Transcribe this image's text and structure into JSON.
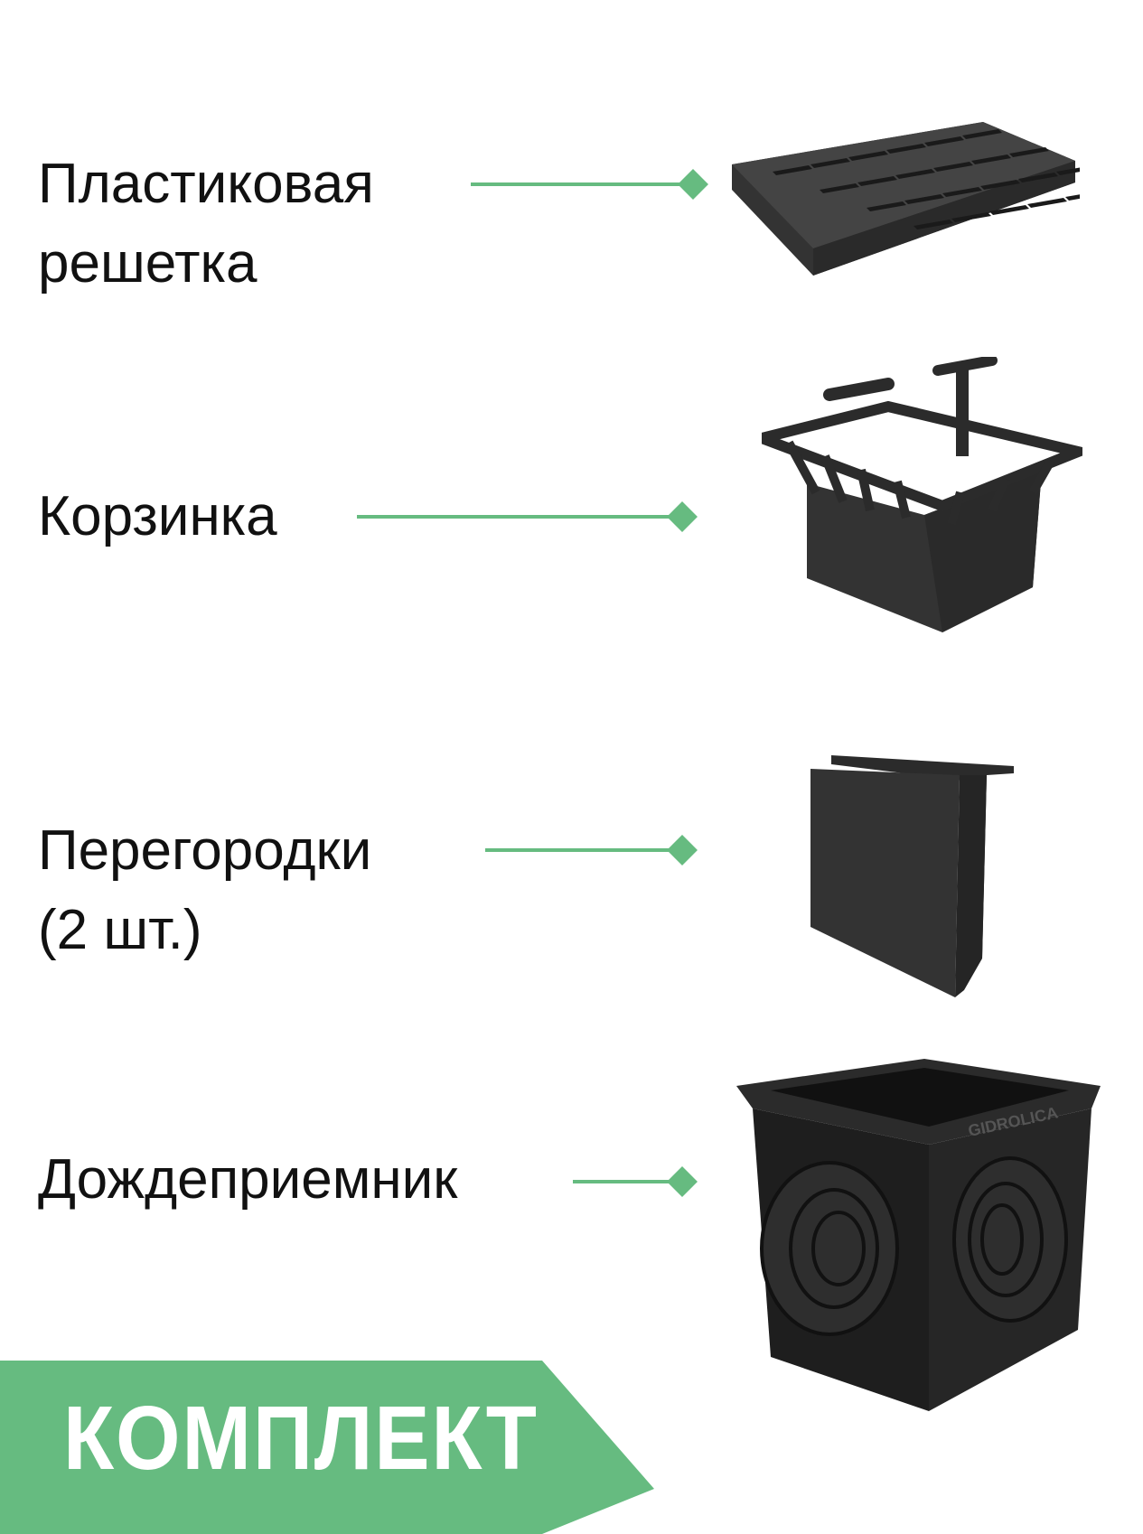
{
  "colors": {
    "accent": "#66bb80",
    "product": "#2b2b2b",
    "text": "#111111"
  },
  "items": [
    {
      "lines": [
        "Пластиковая",
        "решетка"
      ],
      "image": "plastic-grate"
    },
    {
      "lines": [
        "Корзинка"
      ],
      "image": "basket"
    },
    {
      "lines": [
        "Перегородки",
        "(2 шт.)"
      ],
      "image": "partitions"
    },
    {
      "lines": [
        "Дождеприемник"
      ],
      "image": "rain-inlet"
    }
  ],
  "banner": {
    "label": "КОМПЛЕКТ"
  },
  "logo_text": "GIDROLICA"
}
